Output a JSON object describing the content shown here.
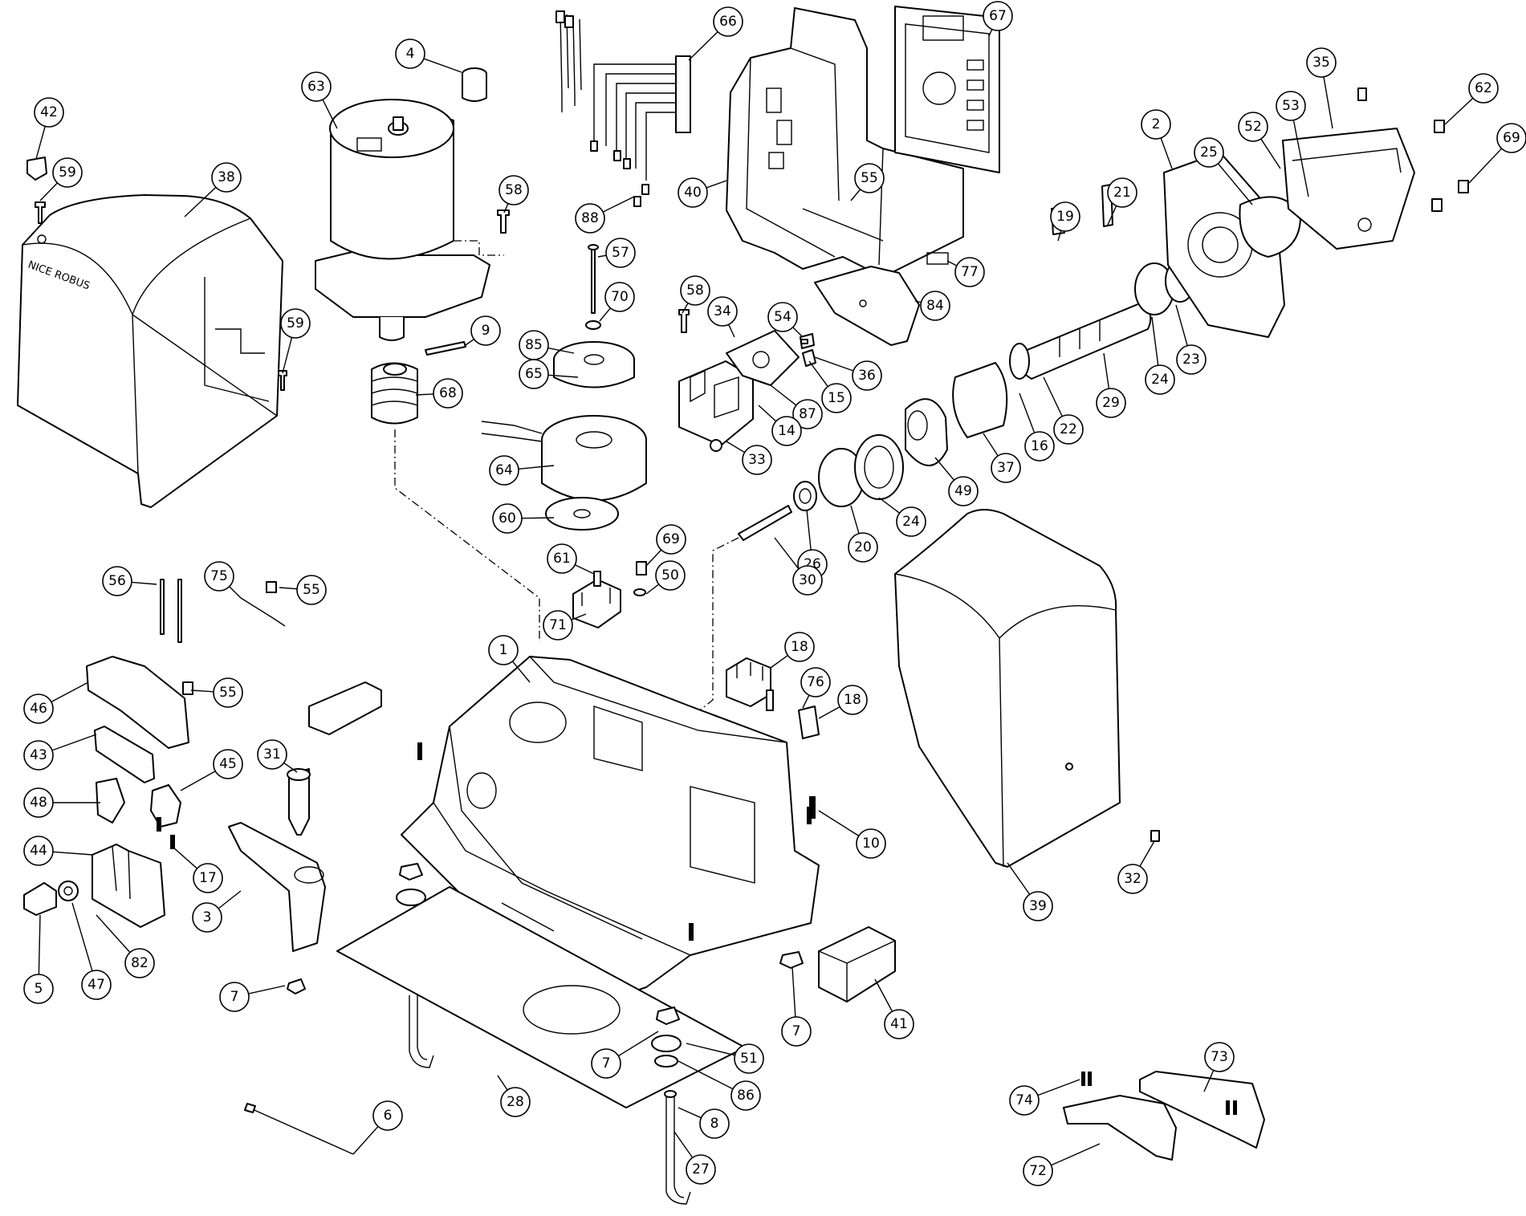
{
  "cover_brand_text": "NICE ROBUS",
  "callouts": [
    {
      "label": "42"
    },
    {
      "label": "59"
    },
    {
      "label": "38"
    },
    {
      "label": "59"
    },
    {
      "label": "4"
    },
    {
      "label": "63"
    },
    {
      "label": "58"
    },
    {
      "label": "66"
    },
    {
      "label": "88"
    },
    {
      "label": "57"
    },
    {
      "label": "70"
    },
    {
      "label": "9"
    },
    {
      "label": "85"
    },
    {
      "label": "65"
    },
    {
      "label": "68"
    },
    {
      "label": "64"
    },
    {
      "label": "60"
    },
    {
      "label": "67"
    },
    {
      "label": "40"
    },
    {
      "label": "55"
    },
    {
      "label": "77"
    },
    {
      "label": "84"
    },
    {
      "label": "58"
    },
    {
      "label": "34"
    },
    {
      "label": "54"
    },
    {
      "label": "36"
    },
    {
      "label": "15"
    },
    {
      "label": "87"
    },
    {
      "label": "14"
    },
    {
      "label": "33"
    },
    {
      "label": "35"
    },
    {
      "label": "62"
    },
    {
      "label": "69"
    },
    {
      "label": "2"
    },
    {
      "label": "25"
    },
    {
      "label": "52"
    },
    {
      "label": "53"
    },
    {
      "label": "19"
    },
    {
      "label": "21"
    },
    {
      "label": "23"
    },
    {
      "label": "24"
    },
    {
      "label": "29"
    },
    {
      "label": "22"
    },
    {
      "label": "16"
    },
    {
      "label": "37"
    },
    {
      "label": "49"
    },
    {
      "label": "24"
    },
    {
      "label": "20"
    },
    {
      "label": "26"
    },
    {
      "label": "30"
    },
    {
      "label": "69"
    },
    {
      "label": "61"
    },
    {
      "label": "50"
    },
    {
      "label": "71"
    },
    {
      "label": "56"
    },
    {
      "label": "75"
    },
    {
      "label": "55"
    },
    {
      "label": "46"
    },
    {
      "label": "55"
    },
    {
      "label": "43"
    },
    {
      "label": "45"
    },
    {
      "label": "48"
    },
    {
      "label": "17"
    },
    {
      "label": "44"
    },
    {
      "label": "31"
    },
    {
      "label": "3"
    },
    {
      "label": "5"
    },
    {
      "label": "47"
    },
    {
      "label": "82"
    },
    {
      "label": "1"
    },
    {
      "label": "18"
    },
    {
      "label": "76"
    },
    {
      "label": "18"
    },
    {
      "label": "10"
    },
    {
      "label": "39"
    },
    {
      "label": "32"
    },
    {
      "label": "7"
    },
    {
      "label": "7"
    },
    {
      "label": "41"
    },
    {
      "label": "7"
    },
    {
      "label": "51"
    },
    {
      "label": "86"
    },
    {
      "label": "28"
    },
    {
      "label": "8"
    },
    {
      "label": "27"
    },
    {
      "label": "6"
    },
    {
      "label": "73"
    },
    {
      "label": "74"
    },
    {
      "label": "72"
    }
  ]
}
